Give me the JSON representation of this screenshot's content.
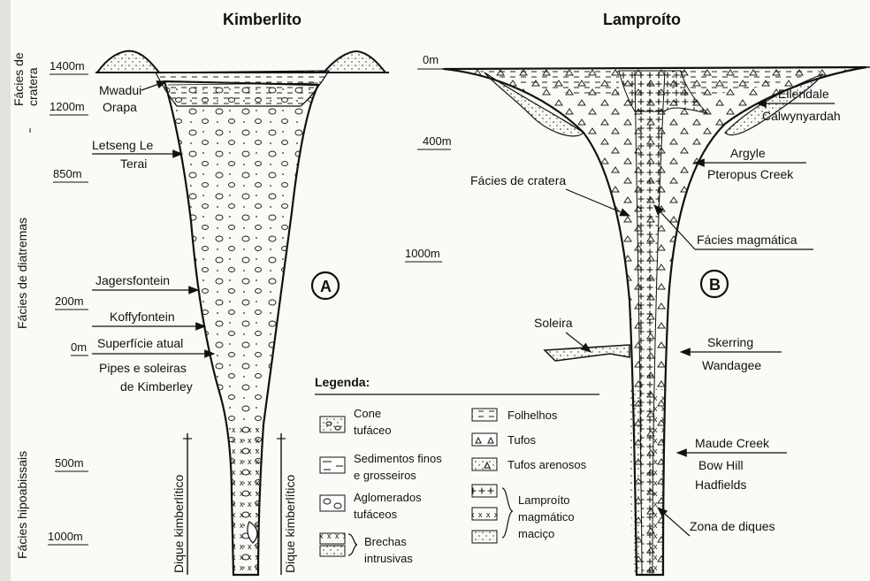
{
  "titles": {
    "left": "Kimberlito",
    "right": "Lamproíto"
  },
  "facies_labels": {
    "cratera": [
      "Fácies de",
      "cratera"
    ],
    "diatremas": "Fácies de diatremas",
    "hipoabissais": "Fácies hipoabissais"
  },
  "left_depths": [
    "1400m",
    "1200m",
    "850m",
    "200m",
    "0m",
    "500m",
    "1000m"
  ],
  "right_depths": [
    "0m",
    "400m",
    "1000m"
  ],
  "left_labels": {
    "mwadui": "Mwadui",
    "orapa": "Orapa",
    "letseng1": "Letseng Le",
    "letseng2": "Terai",
    "jagersfontein": "Jagersfontein",
    "koffyfontein": "Koffyfontein",
    "superficie": "Superfície atual",
    "pipes1": "Pipes e soleiras",
    "pipes2": "de Kimberley",
    "dique1": "Dique kimberlítico",
    "dique2": "Dique kimberlítico",
    "circle": "A"
  },
  "right_labels": {
    "ellendale": "Ellendale",
    "calwyn": "Calwynyardah",
    "argyle": "Argyle",
    "pteropus": "Pteropus Creek",
    "facies_cratera": "Fácies de cratera",
    "facies_magmatica": "Fácies magmática",
    "soleira": "Soleira",
    "skerring": "Skerring",
    "wandagee": "Wandagee",
    "maude": "Maude Creek",
    "bowhill": "Bow Hill",
    "hadfields": "Hadfields",
    "zona": "Zona de diques",
    "circle": "B"
  },
  "legend": {
    "title": "Legenda:",
    "col1": [
      {
        "icon": "cone-tufaceo-icon",
        "lines": [
          "Cone",
          "tufáceo"
        ]
      },
      {
        "icon": "sedimentos-icon",
        "lines": [
          "Sedimentos finos",
          "e grosseiros"
        ]
      },
      {
        "icon": "aglomerados-icon",
        "lines": [
          "Aglomerados",
          "tufáceos"
        ]
      },
      {
        "icon": "brechas-icon",
        "lines": [
          "Brechas",
          "intrusivas"
        ]
      }
    ],
    "col2": [
      {
        "icon": "folhelhos-icon",
        "lines": [
          "Folhelhos"
        ]
      },
      {
        "icon": "tufos-icon",
        "lines": [
          "Tufos"
        ]
      },
      {
        "icon": "tufos-arenosos-icon",
        "lines": [
          "Tufos arenosos"
        ]
      },
      {
        "icon": "lamproito-icon",
        "lines": [
          "Lamproíto",
          "magmático",
          "maciço"
        ]
      }
    ]
  }
}
